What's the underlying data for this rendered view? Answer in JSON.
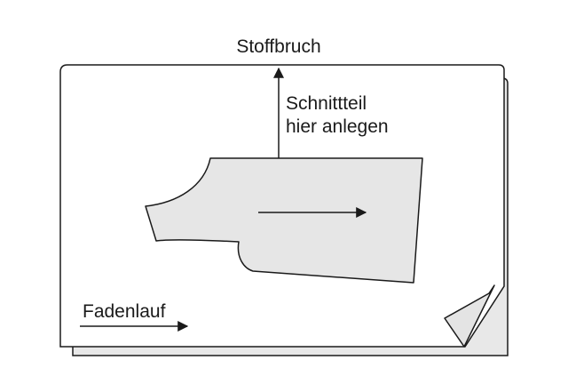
{
  "labels": {
    "fold": "Stoffbruch",
    "place_line1": "Schnittteil",
    "place_line2": "hier anlegen",
    "grain": "Fadenlauf"
  },
  "colors": {
    "stroke": "#1a1a1a",
    "fabric": "#ffffff",
    "shadow_layer": "#e8e8e8",
    "pattern_piece": "#e6e6e6",
    "folded_corner": "#e4e4e4"
  }
}
